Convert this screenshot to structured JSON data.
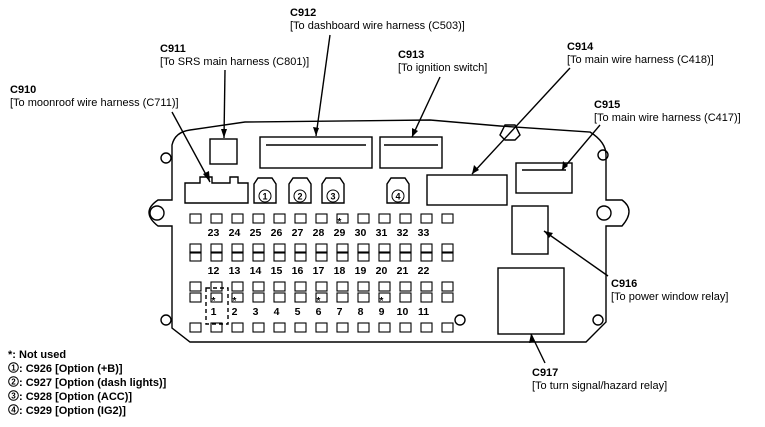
{
  "connectors": {
    "c910": {
      "code": "C910",
      "desc": "[To moonroof wire harness (C711)]"
    },
    "c911": {
      "code": "C911",
      "desc": "[To SRS main harness (C801)]"
    },
    "c912": {
      "code": "C912",
      "desc": "[To dashboard wire harness (C503)]"
    },
    "c913": {
      "code": "C913",
      "desc": "[To ignition switch]"
    },
    "c914": {
      "code": "C914",
      "desc": "[To main wire harness (C418)]"
    },
    "c915": {
      "code": "C915",
      "desc": "[To main wire harness (C417)]"
    },
    "c916": {
      "code": "C916",
      "desc": "[To power window relay]"
    },
    "c917": {
      "code": "C917",
      "desc": "[To turn signal/hazard relay]"
    }
  },
  "option_markers": [
    "1",
    "2",
    "3",
    "4"
  ],
  "fuse_rows": {
    "top": [
      "23",
      "24",
      "25",
      "26",
      "27",
      "28",
      "29",
      "30",
      "31",
      "32",
      "33"
    ],
    "middle": [
      "12",
      "13",
      "14",
      "15",
      "16",
      "17",
      "18",
      "19",
      "20",
      "21",
      "22"
    ],
    "bottom": [
      "1",
      "2",
      "3",
      "4",
      "5",
      "6",
      "7",
      "8",
      "9",
      "10",
      "11"
    ]
  },
  "not_used_symbol": "*",
  "legend": {
    "not_used": "*: Not used",
    "items": [
      {
        "marker": "1",
        "text": ": C926 [Option (+B)]"
      },
      {
        "marker": "2",
        "text": ": C927 [Option (dash lights)]"
      },
      {
        "marker": "3",
        "text": ": C928 [Option (ACC)]"
      },
      {
        "marker": "4",
        "text": ": C929 [Option (IG2)]"
      }
    ]
  }
}
